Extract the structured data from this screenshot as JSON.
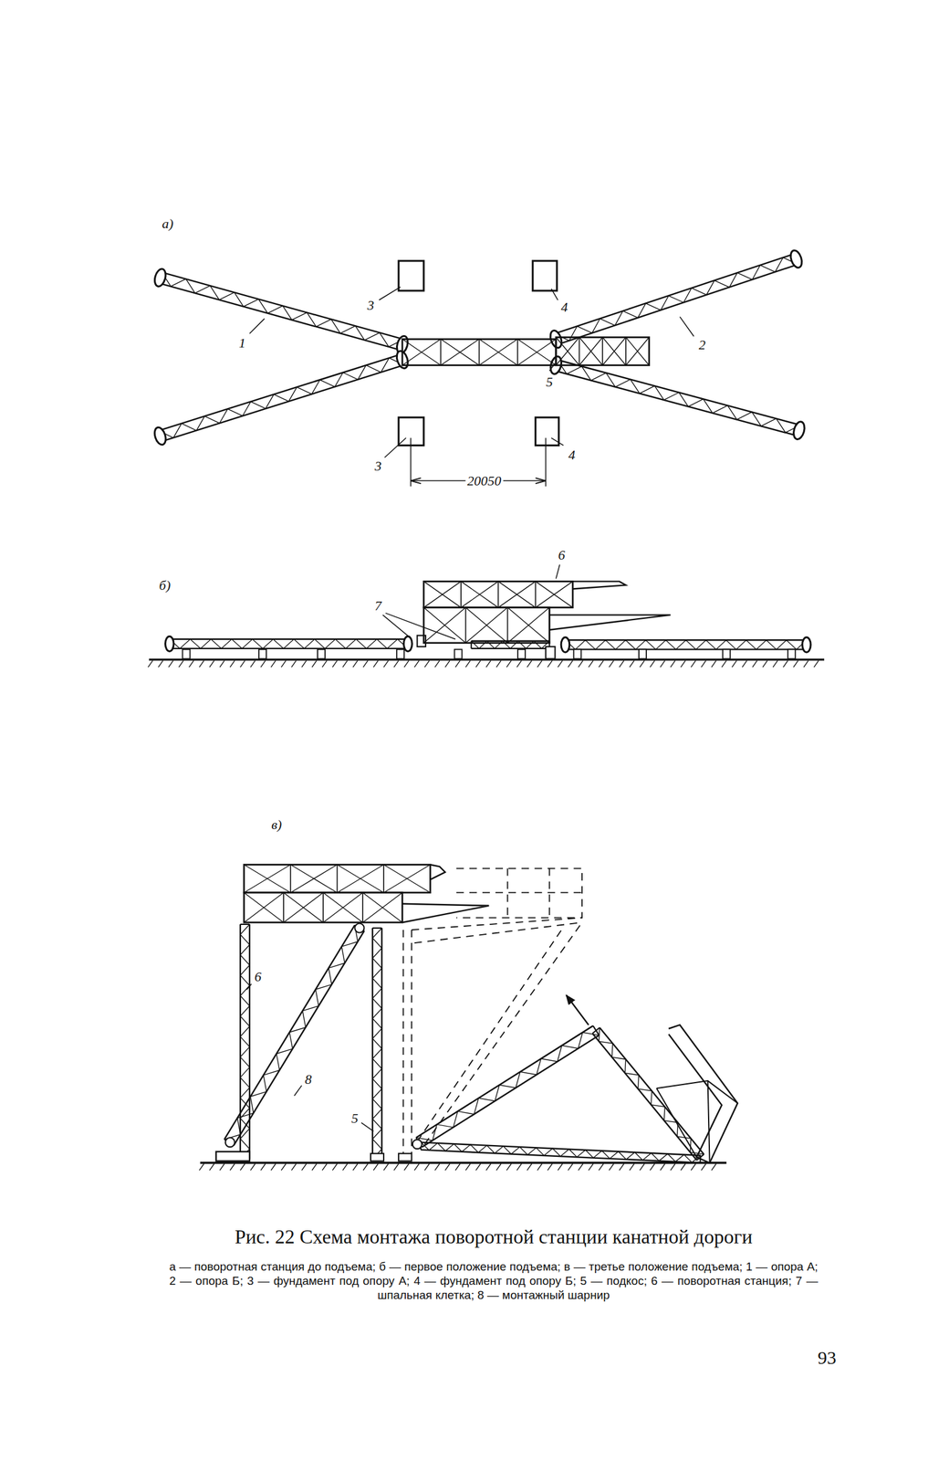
{
  "diagram": {
    "caption": "Рис. 22 Схема монтажа поворотной станции канатной дороги",
    "labels": [
      "а)",
      "1",
      "3",
      "4",
      "2",
      "5",
      "3",
      "20050",
      "4",
      "б)",
      "6",
      "7",
      "в)",
      "6",
      "8",
      "5",
      "а — поворотная станция до подъема; б — первое положение подъема; в — третье положение подъема; 1 — опора А; 2 — опора Б; 3 — фундамент под опору А; 4 — фундамент под опору Б; 5 — подкос; 6 — поворотная станция; 7 — шпальная клетка; 8 — монтажный шарнир",
      "93"
    ]
  }
}
